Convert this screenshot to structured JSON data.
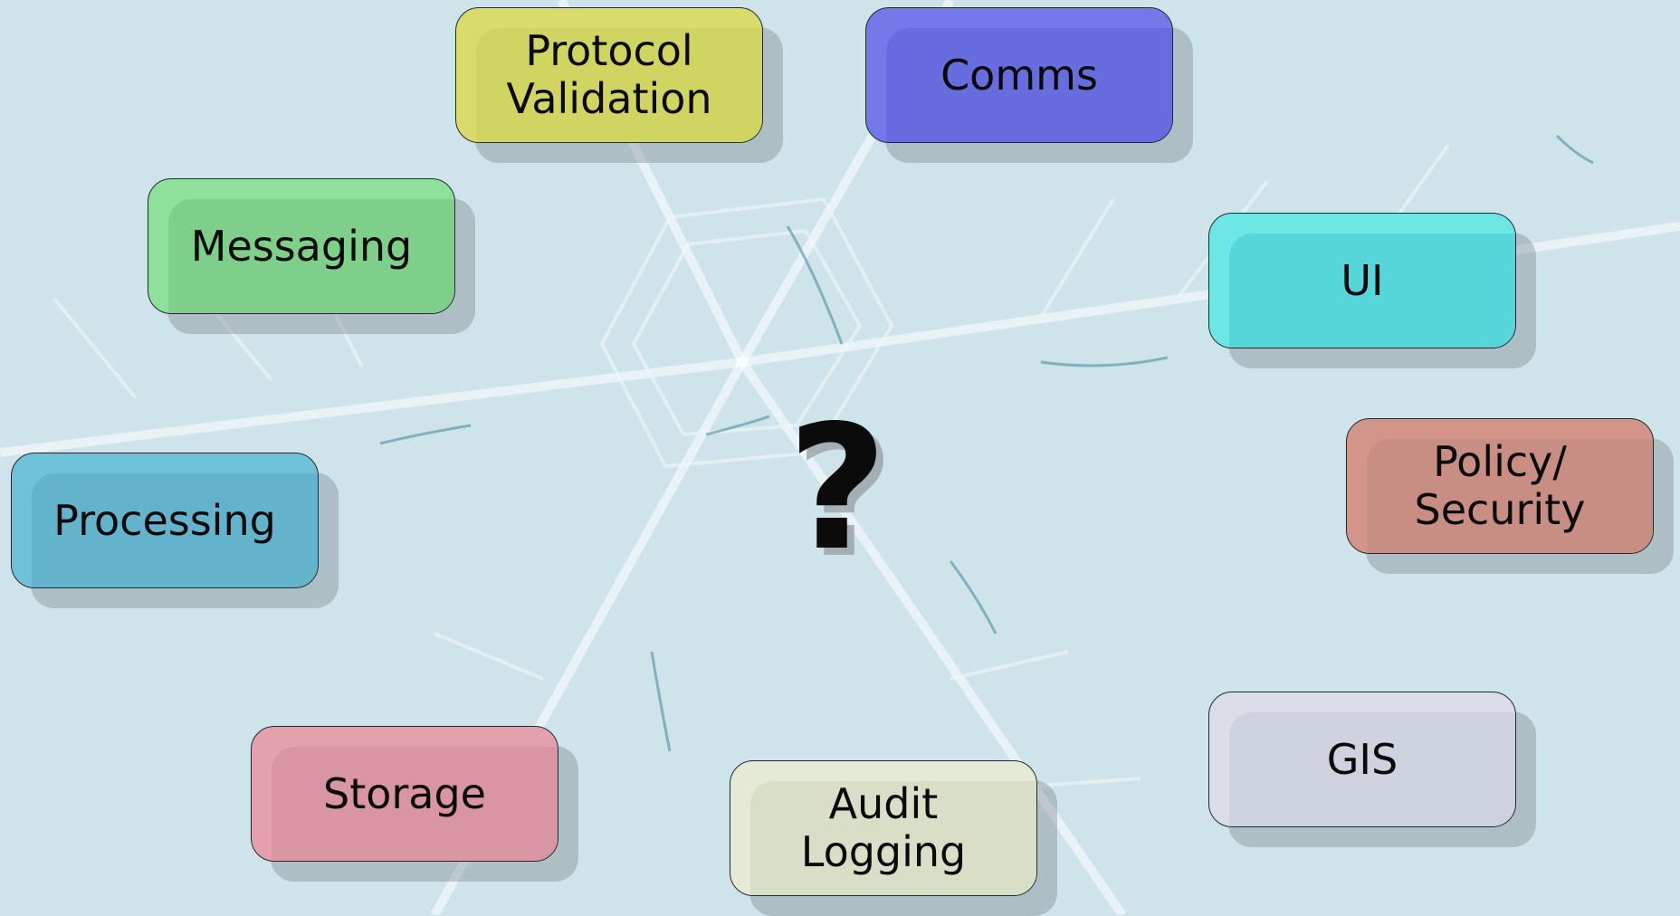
{
  "background": {
    "theme": "snowflake-crystal",
    "base_color": "#cfe3ea"
  },
  "center_symbol": "?",
  "boxes": [
    {
      "id": "protocol-validation",
      "label": "Protocol\nValidation",
      "fill": "#d9dc6a",
      "inner": "#d0d460"
    },
    {
      "id": "comms",
      "label": "Comms",
      "fill": "#7479ea",
      "inner": "#676ddf"
    },
    {
      "id": "messaging",
      "label": "Messaging",
      "fill": "#8fe09a",
      "inner": "#7ecf89"
    },
    {
      "id": "ui",
      "label": "UI",
      "fill": "#6de6e6",
      "inner": "#56d6d8"
    },
    {
      "id": "policy-security",
      "label": "Policy/\nSecurity",
      "fill": "#d3958a",
      "inner": "#c98e83"
    },
    {
      "id": "processing",
      "label": "Processing",
      "fill": "#6fc0d9",
      "inner": "#63b3cc"
    },
    {
      "id": "gis",
      "label": "GIS",
      "fill": "#dadde8",
      "inner": "#ced1de"
    },
    {
      "id": "storage",
      "label": "Storage",
      "fill": "#e3a1ad",
      "inner": "#d995a2"
    },
    {
      "id": "audit-logging",
      "label": "Audit\nLogging",
      "fill": "#e4ead6",
      "inner": "#d9dfc6"
    }
  ]
}
